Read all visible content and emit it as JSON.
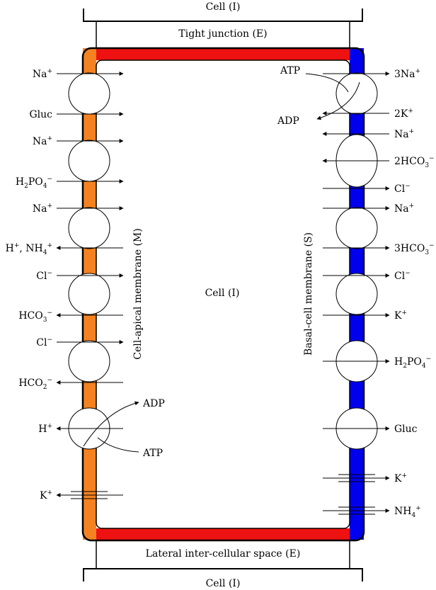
{
  "top_cell_label": "Cell (I)",
  "tight_junction_label": "Tight junction (E)",
  "center_cell_label": "Cell (I)",
  "apical_membrane_label": "Cell-apical membrane (M)",
  "basal_membrane_label": "Basal-cell membrane (S)",
  "lateral_space_label": "Lateral inter-cellular space (E)",
  "bottom_cell_label": "Cell (I)",
  "colors": {
    "apical_membrane": "#f58220",
    "basal_membrane": "#0000ee",
    "tight_junction": "#ee1111"
  },
  "apical_ions": [
    {
      "id": "na-1",
      "parts": [
        [
          "Na",
          ""
        ],
        [
          "+",
          "sup"
        ]
      ],
      "direction": "in"
    },
    {
      "id": "gluc",
      "parts": [
        [
          "Gluc",
          ""
        ]
      ],
      "direction": "in"
    },
    {
      "id": "na-2",
      "parts": [
        [
          "Na",
          ""
        ],
        [
          "+",
          "sup"
        ]
      ],
      "direction": "in"
    },
    {
      "id": "h2po4",
      "parts": [
        [
          "H",
          ""
        ],
        [
          "2",
          "sub"
        ],
        [
          "PO",
          ""
        ],
        [
          "4",
          "sub"
        ],
        [
          "−",
          "sup"
        ]
      ],
      "direction": "in"
    },
    {
      "id": "na-3",
      "parts": [
        [
          "Na",
          ""
        ],
        [
          "+",
          "sup"
        ]
      ],
      "direction": "in"
    },
    {
      "id": "h-nh4",
      "parts": [
        [
          "H",
          ""
        ],
        [
          "+",
          "sup"
        ],
        [
          ", NH",
          ""
        ],
        [
          "4",
          "sub"
        ],
        [
          "+",
          "sup"
        ]
      ],
      "direction": "out"
    },
    {
      "id": "cl-1",
      "parts": [
        [
          "Cl",
          ""
        ],
        [
          "−",
          "sup"
        ]
      ],
      "direction": "in"
    },
    {
      "id": "hco3",
      "parts": [
        [
          "HCO",
          ""
        ],
        [
          "3",
          "sub"
        ],
        [
          "−",
          "sup"
        ]
      ],
      "direction": "out"
    },
    {
      "id": "cl-2",
      "parts": [
        [
          "Cl",
          ""
        ],
        [
          "−",
          "sup"
        ]
      ],
      "direction": "in"
    },
    {
      "id": "hco2",
      "parts": [
        [
          "HCO",
          ""
        ],
        [
          "2",
          "sub"
        ],
        [
          "−",
          "sup"
        ]
      ],
      "direction": "out"
    },
    {
      "id": "h",
      "parts": [
        [
          "H",
          ""
        ],
        [
          "+",
          "sup"
        ]
      ],
      "direction": "out"
    },
    {
      "id": "k",
      "parts": [
        [
          "K",
          ""
        ],
        [
          "+",
          "sup"
        ]
      ],
      "direction": "out"
    }
  ],
  "apical_atp_pump": {
    "adp": "ADP",
    "atp": "ATP"
  },
  "basal_ions": [
    {
      "id": "3na",
      "parts": [
        [
          "3Na",
          ""
        ],
        [
          "+",
          "sup"
        ]
      ],
      "direction": "out"
    },
    {
      "id": "2k",
      "parts": [
        [
          "2K",
          ""
        ],
        [
          "+",
          "sup"
        ]
      ],
      "direction": "in"
    },
    {
      "id": "na-1",
      "parts": [
        [
          "Na",
          ""
        ],
        [
          "+",
          "sup"
        ]
      ],
      "direction": "in"
    },
    {
      "id": "2hco3",
      "parts": [
        [
          "2HCO",
          ""
        ],
        [
          "3",
          "sub"
        ],
        [
          "−",
          "sup"
        ]
      ],
      "direction": "in"
    },
    {
      "id": "cl-1",
      "parts": [
        [
          "Cl",
          ""
        ],
        [
          "−",
          "sup"
        ]
      ],
      "direction": "out"
    },
    {
      "id": "na-2",
      "parts": [
        [
          "Na",
          ""
        ],
        [
          "+",
          "sup"
        ]
      ],
      "direction": "out"
    },
    {
      "id": "3hco3",
      "parts": [
        [
          "3HCO",
          ""
        ],
        [
          "3",
          "sub"
        ],
        [
          "−",
          "sup"
        ]
      ],
      "direction": "out"
    },
    {
      "id": "cl-2",
      "parts": [
        [
          "Cl",
          ""
        ],
        [
          "−",
          "sup"
        ]
      ],
      "direction": "out"
    },
    {
      "id": "k",
      "parts": [
        [
          "K",
          ""
        ],
        [
          "+",
          "sup"
        ]
      ],
      "direction": "out"
    },
    {
      "id": "h2po4",
      "parts": [
        [
          "H",
          ""
        ],
        [
          "2",
          "sub"
        ],
        [
          "PO",
          ""
        ],
        [
          "4",
          "sub"
        ],
        [
          "−",
          "sup"
        ]
      ],
      "direction": "out"
    },
    {
      "id": "gluc",
      "parts": [
        [
          "Gluc",
          ""
        ]
      ],
      "direction": "out"
    },
    {
      "id": "k-channel",
      "parts": [
        [
          "K",
          ""
        ],
        [
          "+",
          "sup"
        ]
      ],
      "direction": "out"
    },
    {
      "id": "nh4",
      "parts": [
        [
          "NH",
          ""
        ],
        [
          "4",
          "sub"
        ],
        [
          "+",
          "sup"
        ]
      ],
      "direction": "out"
    }
  ],
  "basal_atp_pump": {
    "atp": "ATP",
    "adp": "ADP"
  }
}
